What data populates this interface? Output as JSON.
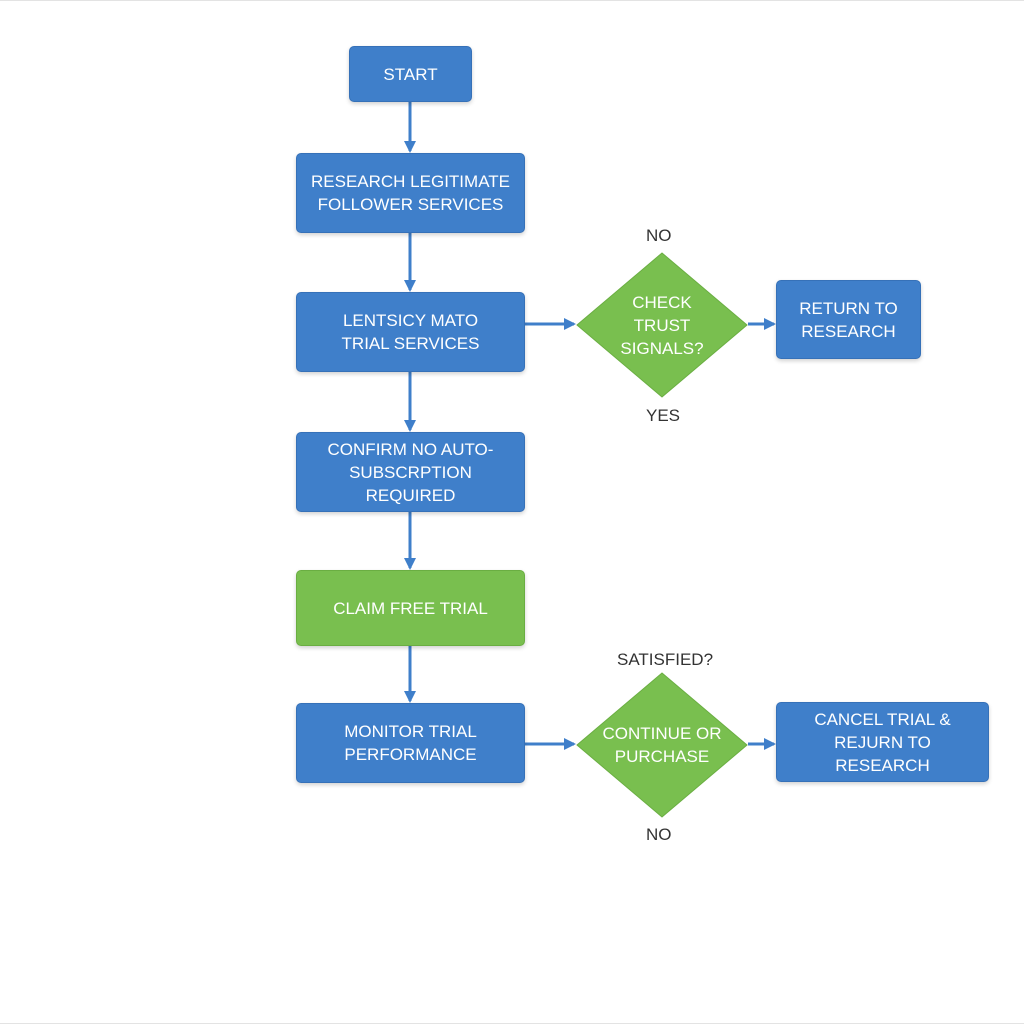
{
  "colors": {
    "process": "#3f7fca",
    "accent": "#79bf4f",
    "connector": "#3f7fca",
    "label": "#333333"
  },
  "nodes": {
    "start": "START",
    "research": "RESEARCH LEGITIMATE\nFOLLOWER SERVICES",
    "identify": "LENTSICY MATO\nTRIAL SERVICES",
    "confirm": "CONFIRM NO AUTO-\nSUBSCRPTION REQUIRED",
    "claim": "CLAIM FREE TRIAL",
    "monitor": "MONITOR TRIAL\nPERFORMANCE",
    "return_research": "RETURN TO\nRESEARCH",
    "cancel": "CANCEL TRIAL &\nREJURN TO RESEARCH"
  },
  "decisions": {
    "check_trust": "CHECK\nTRUST\nSIGNALS?",
    "continue_purchase": "CONTINUE OR\nPURCHASE"
  },
  "labels": {
    "trust_no": "NO",
    "trust_yes": "YES",
    "satisfied": "SATISFIED?",
    "satisfied_no": "NO"
  }
}
